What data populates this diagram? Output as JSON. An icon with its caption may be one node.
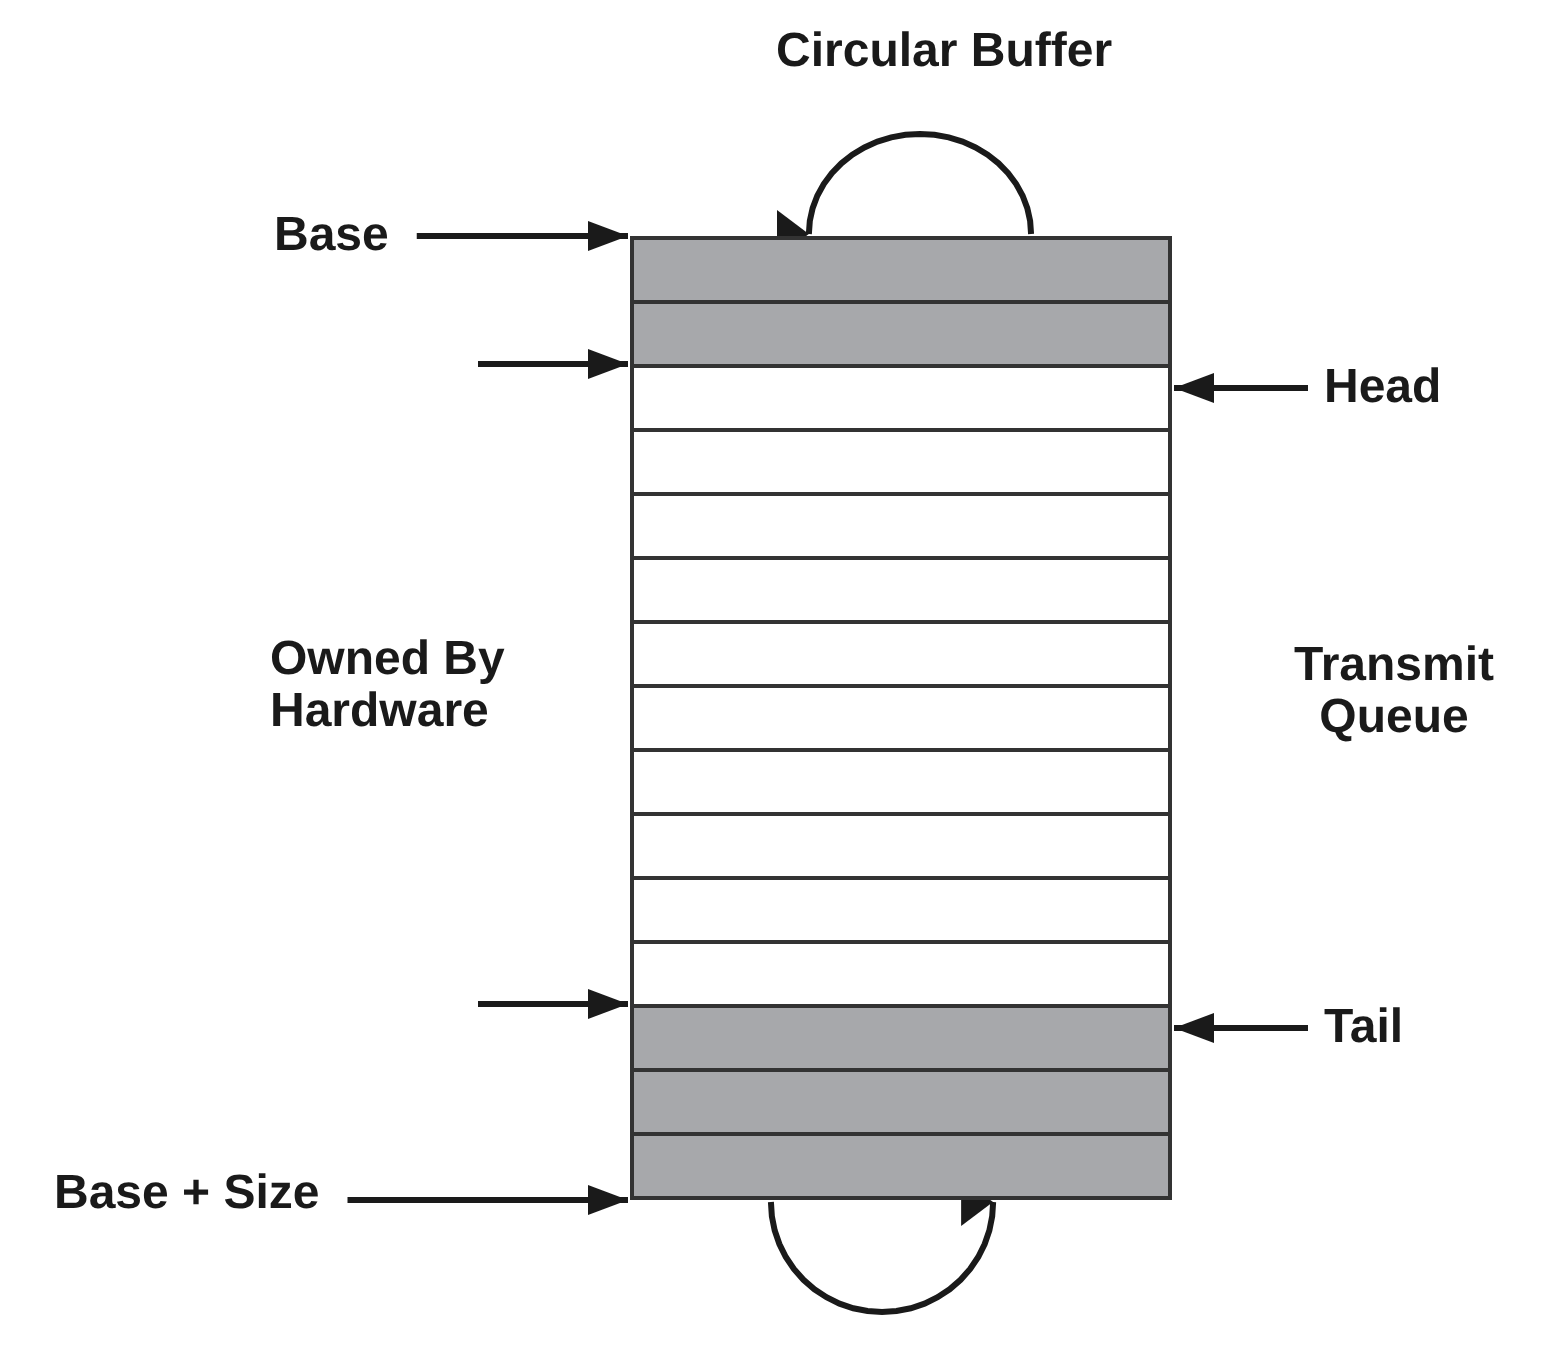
{
  "diagram": {
    "nodes": [
      {
        "text": [],
        "shape": "box"
      },
      {
        "text": [],
        "shape": "box"
      },
      {
        "text": [],
        "shape": "box"
      },
      {
        "text": [],
        "shape": "box"
      },
      {
        "text": [],
        "shape": "box"
      },
      {
        "text": [],
        "shape": "box"
      },
      {
        "text": [],
        "shape": "box"
      },
      {
        "text": [],
        "shape": "box"
      },
      {
        "text": [],
        "shape": "box"
      },
      {
        "text": [],
        "shape": "box"
      },
      {
        "text": [],
        "shape": "box"
      },
      {
        "text": [],
        "shape": "box"
      },
      {
        "text": [],
        "shape": "box"
      },
      {
        "text": [],
        "shape": "box"
      },
      {
        "text": [],
        "shape": "box"
      },
      {
        "text": [
          "Base"
        ]
      },
      {
        "text": [
          "Head"
        ]
      },
      {
        "text": [
          "Tail"
        ]
      },
      {
        "text": [
          "Base + Size"
        ]
      }
    ],
    "edges": [
      {
        "from": 15,
        "to": 0,
        "arrow": "to"
      },
      {
        "from": null,
        "to": 2,
        "arrow": "to"
      },
      {
        "from": 16,
        "to": 2,
        "arrow": "to"
      },
      {
        "from": null,
        "to": 12,
        "arrow": "to"
      },
      {
        "from": 17,
        "to": 12,
        "arrow": "to"
      },
      {
        "from": 18,
        "to": 14,
        "arrow": "to"
      },
      {
        "from": 0,
        "to": 0,
        "arrow": "to"
      },
      {
        "from": 14,
        "to": 14,
        "arrow": "to"
      }
    ],
    "labels": [
      "Circular Buffer",
      "Owned By Hardware",
      "Transmit Queue"
    ]
  }
}
